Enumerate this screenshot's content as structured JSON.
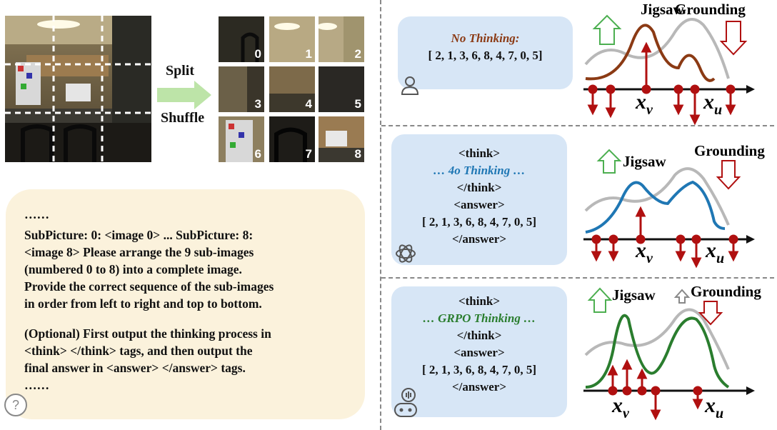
{
  "puzzle": {
    "split_label": "Split",
    "shuffle_label": "Shuffle",
    "tile_numbers": [
      "0",
      "1",
      "2",
      "3",
      "4",
      "5",
      "6",
      "7",
      "8"
    ]
  },
  "prompt": {
    "ellipsis_top": "……",
    "lines": [
      "SubPicture: 0: <image 0> ... SubPicture: 8:",
      "<image 8> Please arrange the 9 sub-images",
      "(numbered 0 to 8) into a complete image.",
      "Provide the correct sequence of the sub-images",
      "in order from left to right and top to bottom."
    ],
    "optional_lines": [
      "(Optional) First output the thinking process in",
      "<think> </think> tags, and then output the",
      "final answer in <answer> </answer> tags."
    ],
    "ellipsis_bottom": "……",
    "help_icon_glyph": "?"
  },
  "panels": [
    {
      "thinking_label": "No Thinking:",
      "answer": "[ 2, 1, 3, 6, 8, 4, 7, 0, 5]",
      "jigsaw_label": "Jigsaw",
      "grounding_label": "Grounding",
      "xv": "x",
      "xv_sub": "v",
      "xu": "x",
      "xu_sub": "u"
    },
    {
      "think_open": "<think>",
      "thinking_label": "… 4o Thinking …",
      "think_close": "</think>",
      "answer_open": "<answer>",
      "answer": "[ 2, 1, 3, 6, 8, 4, 7, 0, 5]",
      "answer_close": "</answer>",
      "jigsaw_label": "Jigsaw",
      "grounding_label": "Grounding",
      "xv": "x",
      "xv_sub": "v",
      "xu": "x",
      "xu_sub": "u"
    },
    {
      "think_open": "<think>",
      "thinking_label": "… GRPO Thinking …",
      "think_close": "</think>",
      "answer_open": "<answer>",
      "answer": "[ 2, 1, 3, 6, 8, 4, 7, 0, 5]",
      "answer_close": "</answer>",
      "jigsaw_label": "Jigsaw",
      "grounding_label": "Grounding",
      "xv": "x",
      "xv_sub": "v",
      "xu": "x",
      "xu_sub": "u"
    }
  ],
  "colors": {
    "no_thinking": "#8b3a14",
    "fouro_thinking": "#1f77b4",
    "grpo_thinking": "#2a7d2e",
    "arrow_red": "#b01010",
    "up_arrow_green": "#4caf50",
    "gray_curve": "#b8b8b8",
    "bubble_bg": "#d7e6f6",
    "prompt_bg": "#fbf2dc"
  }
}
